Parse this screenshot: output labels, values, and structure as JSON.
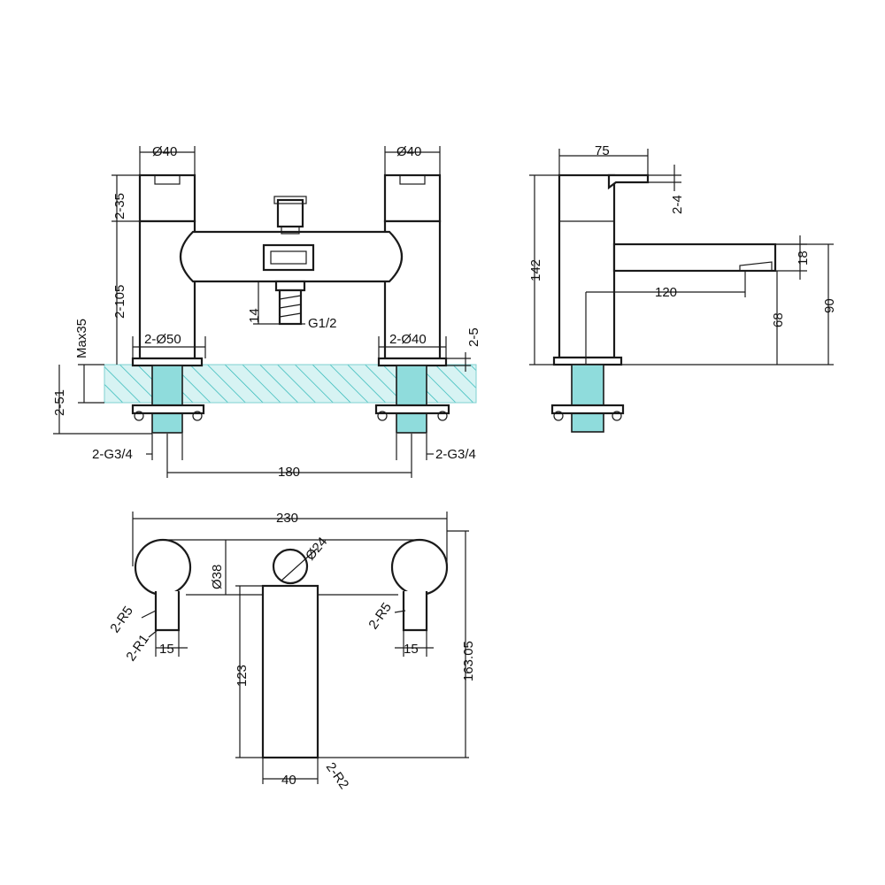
{
  "colors": {
    "line": "#1a1a1a",
    "counter_fill": "#cfeff0",
    "hatch": "#27b6b6",
    "pipe_fill": "#8fdcdc"
  },
  "front_view": {
    "handle_diameter_left": "Ø40",
    "handle_diameter_right": "Ø40",
    "handle_height": "2-35",
    "body_height": "2-105",
    "base_diameter_left": "2-Ø50",
    "base_diameter_right": "2-Ø40",
    "base_thickness": "2-5",
    "max_deck": "Max35",
    "deck_total": "2-51",
    "outlet_height": "14",
    "outlet_thread": "G1/2",
    "inlet_left": "2-G3/4",
    "inlet_right": "2-G3/4",
    "centers": "180"
  },
  "side_view": {
    "handle_length": "75",
    "handle_thickness": "2-4",
    "total_height": "142",
    "spout_thickness": "18",
    "spout_reach": "120",
    "spout_clearance": "68",
    "spout_top_height": "90"
  },
  "top_view": {
    "overall_width": "230",
    "depth": "163.05",
    "handle_circle": "Ø38",
    "diverter": "Ø24",
    "lever_radius_left": "2-R5",
    "lever_radius_right": "2-R5",
    "lever_tip_radius": "2-R1",
    "lever_width_left": "15",
    "lever_width_right": "15",
    "spout_length": "123",
    "spout_width": "40",
    "spout_corner_radius": "2-R2"
  }
}
